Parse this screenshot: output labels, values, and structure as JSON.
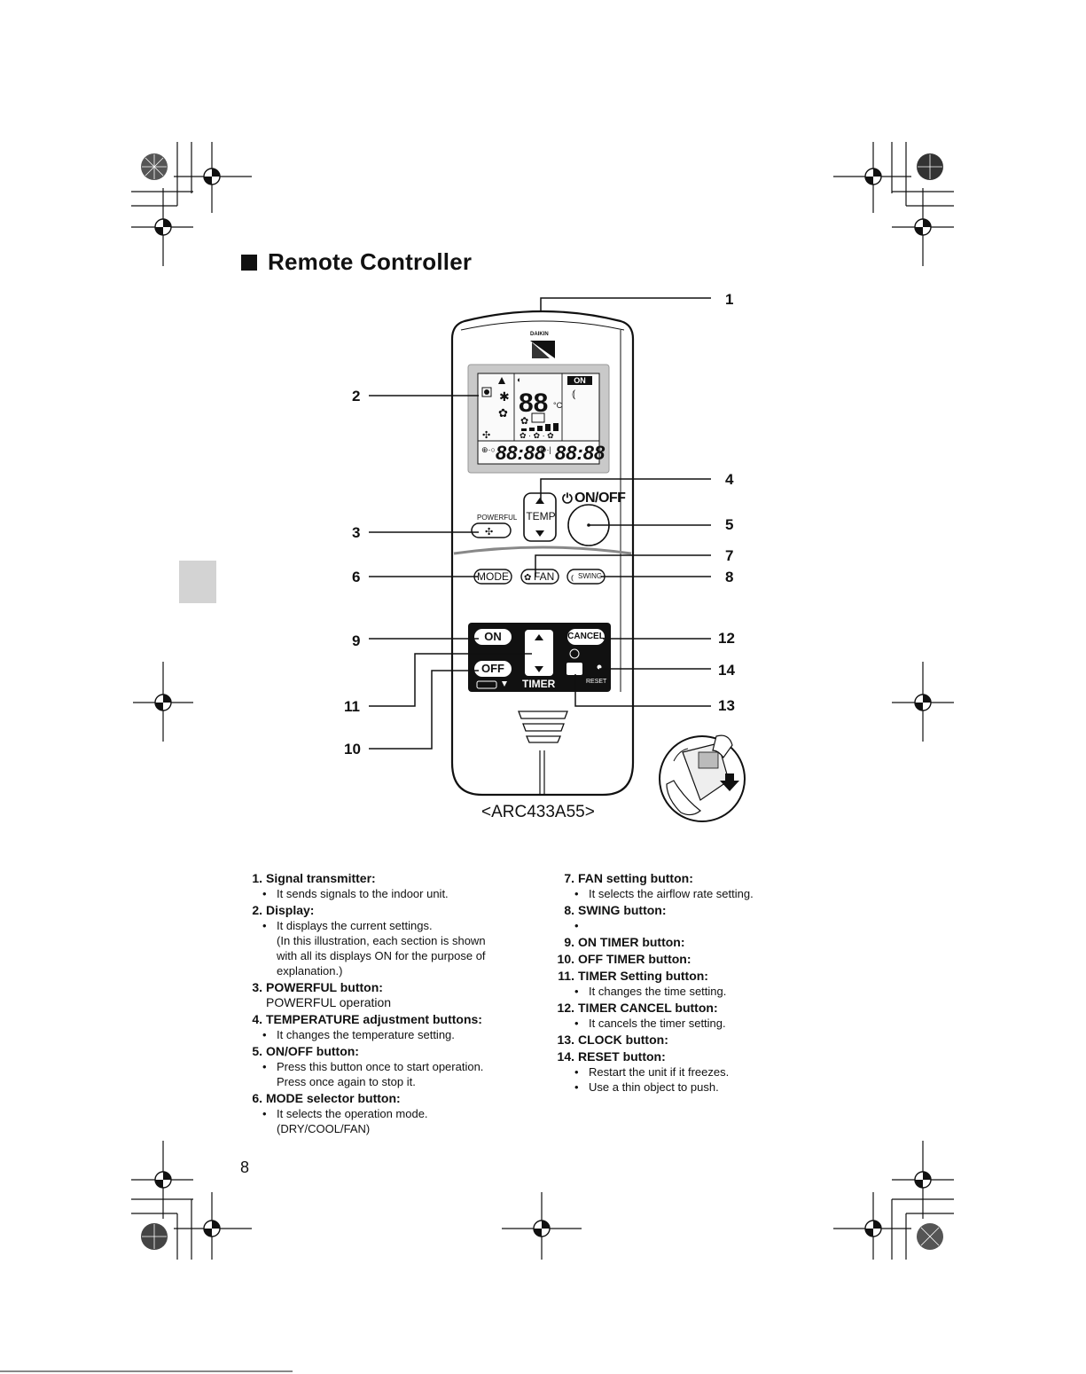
{
  "heading": "Remote Controller",
  "model": "<ARC433A55>",
  "page_number": "8",
  "brand_logo": "DAIKIN",
  "remote": {
    "temp_label": "TEMP",
    "onoff_label": "ON/OFF",
    "powerful_label": "POWERFUL",
    "mode_label": "MODE",
    "fan_label": "FAN",
    "swing_label": "SWING",
    "on_label": "ON",
    "off_label": "OFF",
    "cancel_label": "CANCEL",
    "timer_label": "TIMER",
    "reset_label": "RESET",
    "display_on_label": "ON",
    "display_temp": "88",
    "display_unit": "°C",
    "display_timer_on": "88:88",
    "display_timer_off": "88:88"
  },
  "callouts": {
    "c1": "1",
    "c2": "2",
    "c3": "3",
    "c4": "4",
    "c5": "5",
    "c6": "6",
    "c7": "7",
    "c8": "8",
    "c9": "9",
    "c10": "10",
    "c11": "11",
    "c12": "12",
    "c13": "13",
    "c14": "14"
  },
  "list_left": [
    {
      "num": "1.",
      "title": "Signal transmitter:",
      "lines": [
        "It sends signals to the indoor unit."
      ],
      "bullet": true
    },
    {
      "num": "2.",
      "title": "Display:",
      "lines": [
        "It displays the current settings."
      ],
      "extra": [
        "(In this illustration, each section is shown",
        "with all its displays ON for the purpose of",
        "explanation.)"
      ],
      "bullet": true
    },
    {
      "num": "3.",
      "title": "POWERFUL button:",
      "plain": "POWERFUL operation"
    },
    {
      "num": "4.",
      "title": "TEMPERATURE adjustment buttons:",
      "lines": [
        "It changes the temperature setting."
      ],
      "bullet": true
    },
    {
      "num": "5.",
      "title": "ON/OFF button:",
      "lines": [
        "Press this button once to start operation."
      ],
      "extra": [
        "Press once again to stop it."
      ],
      "bullet": true
    },
    {
      "num": "6.",
      "title": "MODE selector button:",
      "lines": [
        "It selects the operation mode."
      ],
      "extra": [
        "(DRY/COOL/FAN)"
      ],
      "bullet": true
    }
  ],
  "list_right": [
    {
      "num": "7.",
      "title": "FAN setting button:",
      "lines": [
        "It selects the airflow rate setting."
      ],
      "bullet": true
    },
    {
      "num": "8.",
      "title": "SWING button:",
      "lines": [
        ""
      ],
      "bullet": true
    },
    {
      "num": "9.",
      "title": "ON TIMER button:"
    },
    {
      "num": "10.",
      "title": "OFF TIMER button:"
    },
    {
      "num": "11.",
      "title": "TIMER Setting button:",
      "lines": [
        "It changes the time setting."
      ],
      "bullet": true
    },
    {
      "num": "12.",
      "title": "TIMER CANCEL button:",
      "lines": [
        "It cancels the timer setting."
      ],
      "bullet": true
    },
    {
      "num": "13.",
      "title": "CLOCK button:"
    },
    {
      "num": "14.",
      "title": "RESET button:",
      "lines": [
        "Restart the unit if it freezes.",
        "Use a thin object to push."
      ],
      "bullet": true
    }
  ]
}
